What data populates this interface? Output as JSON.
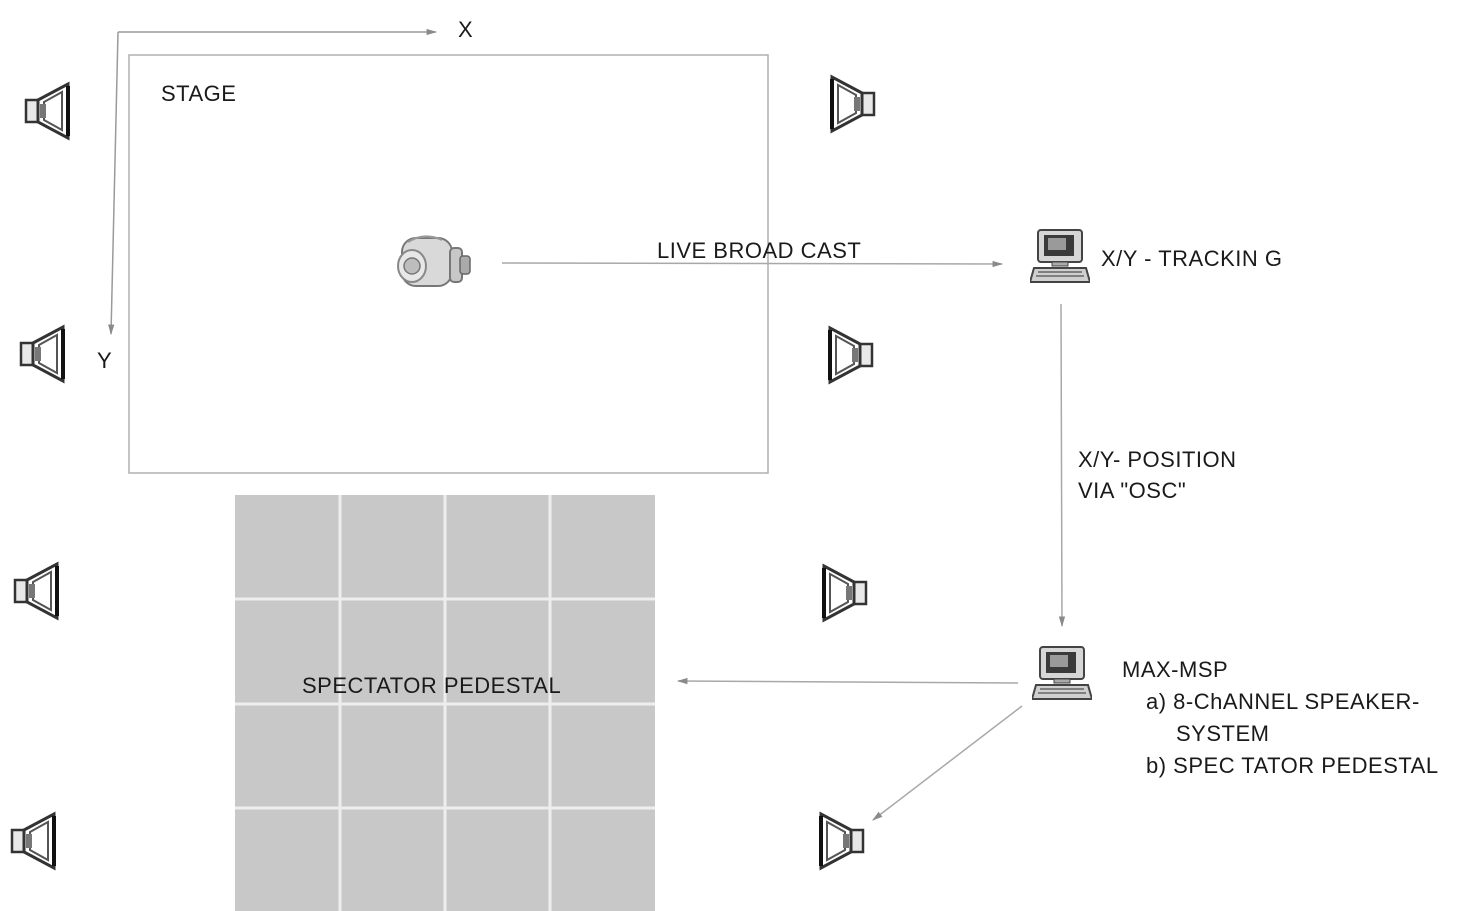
{
  "labels": {
    "x_axis": "X",
    "y_axis": "Y",
    "stage": "STAGE",
    "live_broadcast": "LIVE BROAD CAST",
    "tracking": "X/Y - TRACKIN G",
    "position_line1": "X/Y- POSITION",
    "position_line2": "VIA \"OSC\"",
    "maxmsp_title": "MAX-MSP",
    "maxmsp_a1": "a) 8-ChANNEL SPEAKER-",
    "maxmsp_a2": "SYSTEM",
    "maxmsp_b": "b) SPEC TATOR PEDESTAL",
    "pedestal": "SPECTATOR PEDESTAL"
  },
  "icons": {
    "speaker": "speaker-icon",
    "camera": "video-camera-icon",
    "computer": "desktop-computer-icon"
  },
  "speakers": {
    "left_count": 4,
    "right_count": 4
  },
  "pedestal_grid": {
    "rows": 4,
    "cols": 4
  },
  "colors": {
    "pedestal_fill": "#c8c8c8",
    "pedestal_grid_lines": "#eeeeee",
    "stage_border": "#b0b0b0",
    "speaker_outline": "#333333",
    "connector": "#a8a8a8"
  }
}
